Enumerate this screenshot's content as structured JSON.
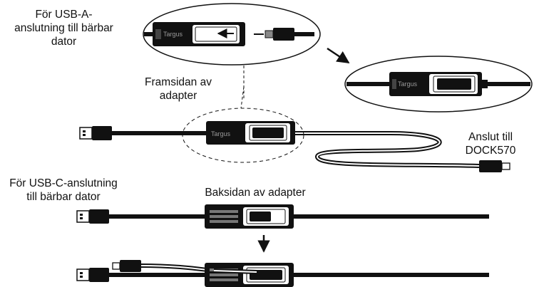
{
  "labels": {
    "usb_a_laptop": [
      "För USB-A-",
      "anslutning till bärbar",
      "dator"
    ],
    "front_of_adapter": [
      "Framsidan av",
      "adapter"
    ],
    "connect_to_dock": [
      "Anslut till",
      "DOCK570"
    ],
    "usb_c_laptop": [
      "För USB-C-anslutning",
      "till bärbar dator"
    ],
    "back_of_adapter": "Baksidan av adapter"
  },
  "brand_text": "Targus",
  "icons": [
    "usb-a-plug-icon",
    "usb-c-plug-icon",
    "arrow-icon",
    "adapter-icon"
  ]
}
